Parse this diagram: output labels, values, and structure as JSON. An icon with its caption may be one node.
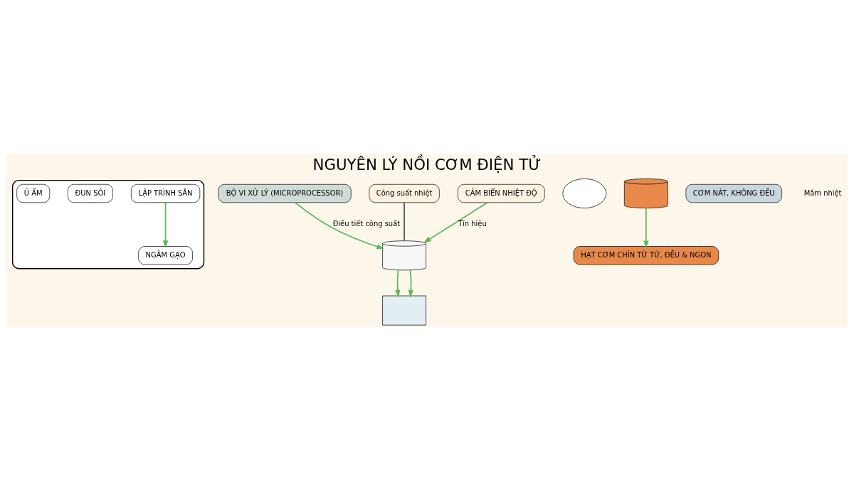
{
  "diagram": {
    "title": "NGUYÊN LÝ NỒI CƠM ĐIỆN TỬ",
    "nodes": [
      {
        "text": [],
        "shape": "cloud"
      },
      {
        "text": [
          "LẬP TRÌNH SẴN"
        ],
        "in": 0
      },
      {
        "text": [
          "NGÂM GẠO"
        ],
        "in": 0
      },
      {
        "text": [
          "ĐUN SÔI"
        ],
        "in": 0
      },
      {
        "text": [
          "Ủ ẤM"
        ],
        "in": 0
      },
      {
        "text": [],
        "shape": "box"
      },
      {
        "text": [],
        "shape": "cloud"
      },
      {
        "text": [
          "BỘ VI XỬ LÝ (MICROPROCESSOR)"
        ]
      },
      {
        "text": [],
        "shape": "cylinder"
      },
      {
        "text": [
          "Công suất nhiệt"
        ]
      },
      {
        "text": [
          "CẢM BIẾN NHIỆT ĐỘ"
        ]
      },
      {
        "text": [],
        "shape": "cylinder"
      },
      {
        "text": [
          "HẠT CƠM CHÍN TỪ TỪ, ĐỀU & NGON"
        ]
      },
      {
        "text": [
          "CƠM NÁT, KHÔNG ĐỀU"
        ]
      }
    ],
    "edges": [
      {
        "from": 1,
        "to": 2,
        "arrow": "to"
      },
      {
        "from": 7,
        "to": 8,
        "arrow": "to",
        "label": "Điều tiết công suất"
      },
      {
        "from": 8,
        "to": 5,
        "arrow": "to"
      },
      {
        "from": 8,
        "to": 5,
        "arrow": "to"
      },
      {
        "from": 10,
        "to": 8,
        "arrow": "to",
        "label": "Tín hiệu"
      },
      {
        "from": 9,
        "to": 8,
        "arrow": "none",
        "color": "#555555"
      },
      {
        "from": 11,
        "to": 12,
        "arrow": "to"
      }
    ],
    "labels": [
      "Mâm nhiệt"
    ]
  }
}
